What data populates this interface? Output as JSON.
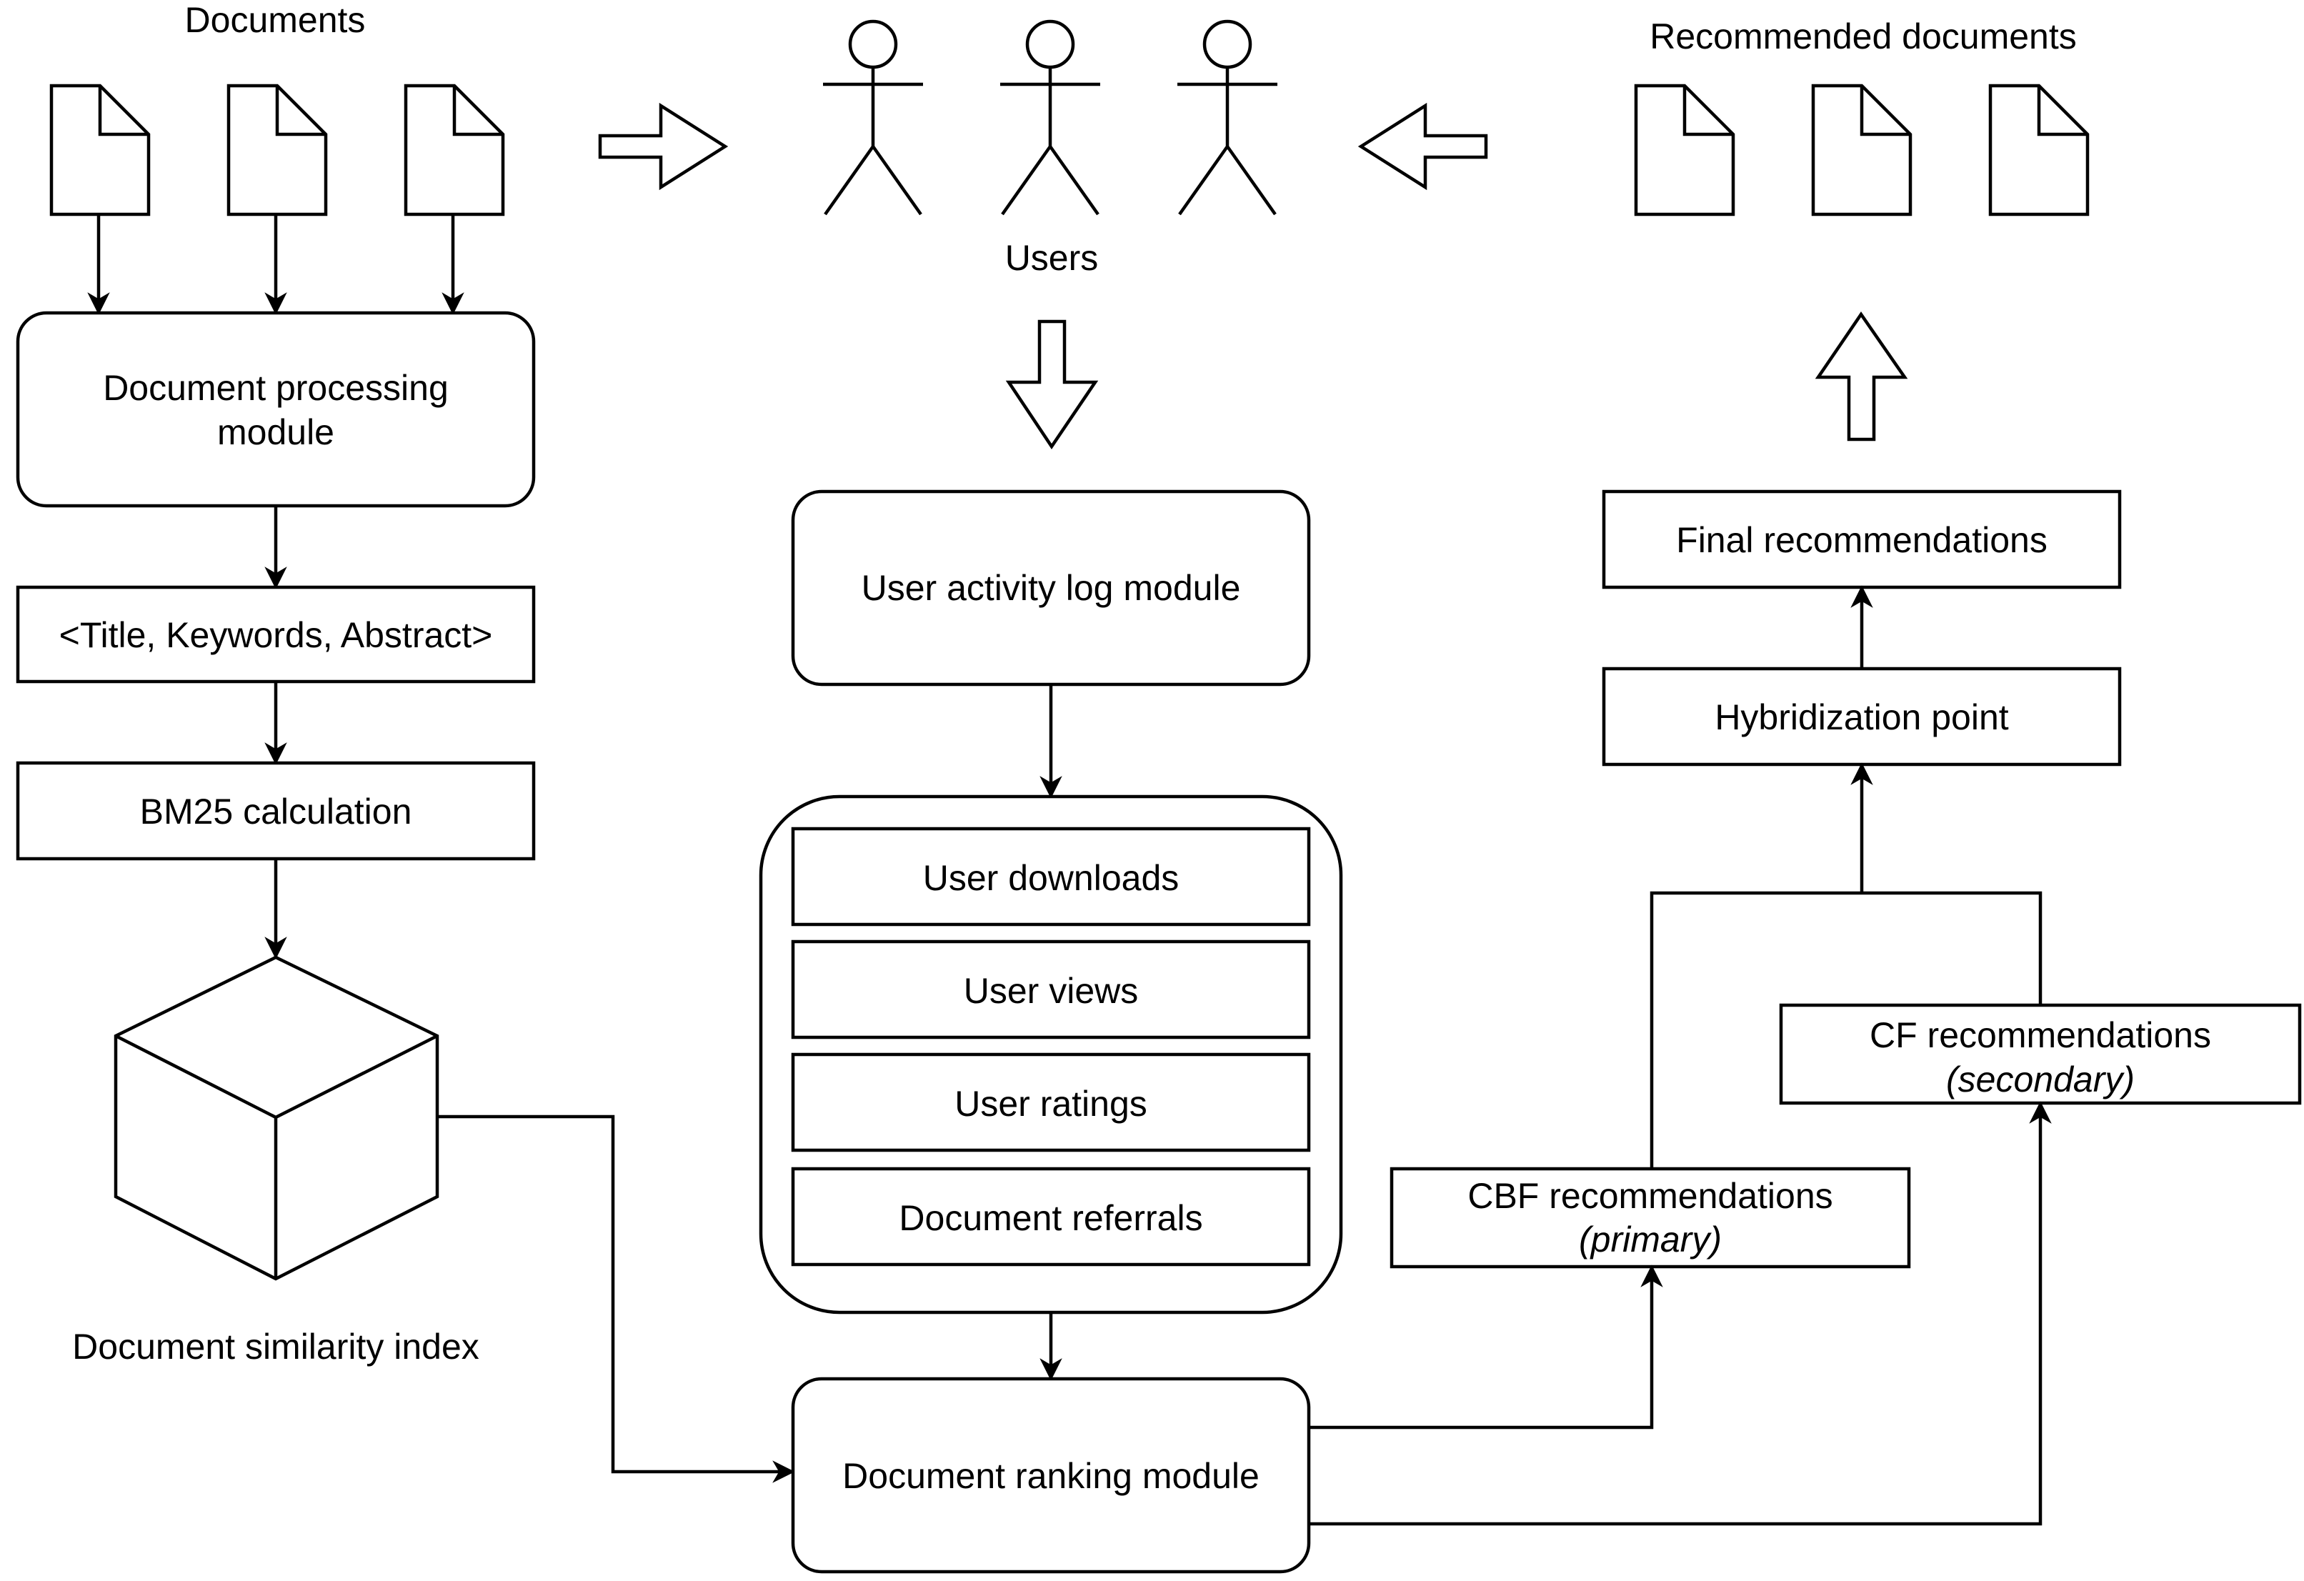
{
  "labels": {
    "documents": "Documents",
    "users": "Users",
    "recommended_documents": "Recommended documents",
    "document_similarity_index": "Document similarity index"
  },
  "boxes": {
    "doc_processing_line1": "Document processing",
    "doc_processing_line2": "module",
    "fields": "<Title, Keywords, Abstract>",
    "bm25": "BM25 calculation",
    "user_activity_log": "User activity log module",
    "user_downloads": "User downloads",
    "user_views": "User views",
    "user_ratings": "User ratings",
    "document_referrals": "Document referrals",
    "document_ranking": "Document ranking module",
    "cbf_line1": "CBF recommendations",
    "cbf_line2": "(primary)",
    "cf_line1": "CF recommendations",
    "cf_line2": "(secondary)",
    "hybridization": "Hybridization point",
    "final": "Final recommendations"
  },
  "icons": [
    "document-icon",
    "user-icon",
    "block-arrow-icon",
    "cube-icon"
  ]
}
